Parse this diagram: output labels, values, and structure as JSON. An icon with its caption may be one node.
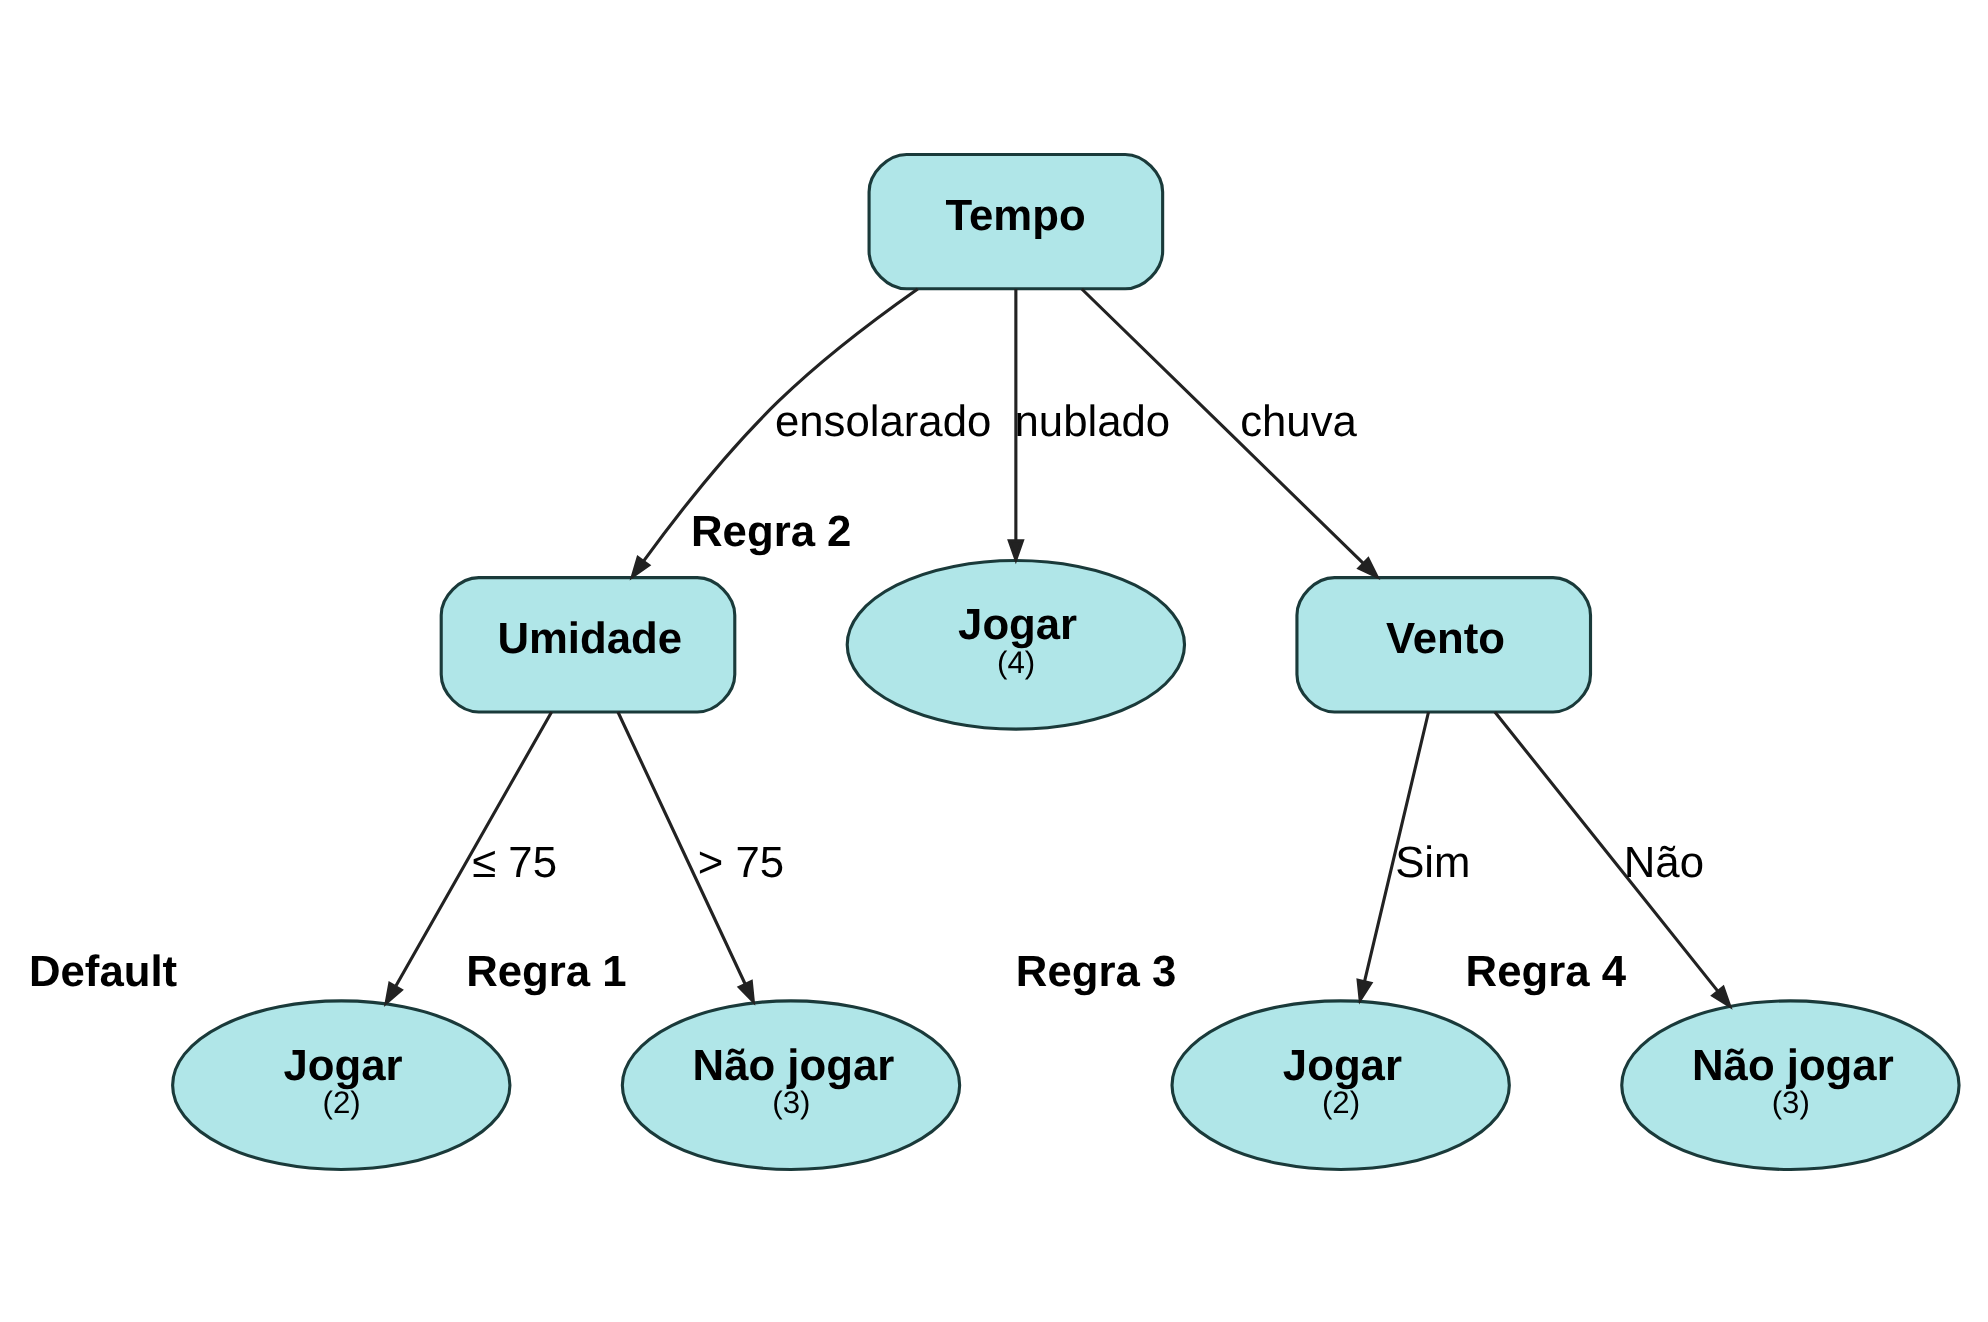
{
  "diagram": {
    "nodes": [
      {
        "text": [
          "Tempo"
        ]
      },
      {
        "text": [
          "Umidade"
        ]
      },
      {
        "text": [
          "Jogar",
          "(4)"
        ],
        "beside": [
          "Regra 2"
        ]
      },
      {
        "text": [
          "Vento"
        ]
      },
      {
        "text": [
          "Jogar",
          "(2)"
        ],
        "beside": [
          "Default"
        ]
      },
      {
        "text": [
          "Não jogar",
          "(3)"
        ],
        "beside": [
          "Regra 1"
        ]
      },
      {
        "text": [
          "Jogar",
          "(2)"
        ],
        "beside": [
          "Regra 3"
        ]
      },
      {
        "text": [
          "Não jogar",
          "(3)"
        ],
        "beside": [
          "Regra 4"
        ]
      }
    ],
    "edges": [
      {
        "from": 0,
        "to": 1,
        "arrow": "to",
        "label": "ensolarado"
      },
      {
        "from": 0,
        "to": 2,
        "arrow": "to",
        "label": "nublado"
      },
      {
        "from": 0,
        "to": 3,
        "arrow": "to",
        "label": "chuva"
      },
      {
        "from": 1,
        "to": 4,
        "arrow": "to",
        "label": "≤ 75"
      },
      {
        "from": 1,
        "to": 5,
        "arrow": "to",
        "label": "> 75"
      },
      {
        "from": 3,
        "to": 6,
        "arrow": "to",
        "label": "Sim"
      },
      {
        "from": 3,
        "to": 7,
        "arrow": "to",
        "label": "Não"
      }
    ]
  }
}
